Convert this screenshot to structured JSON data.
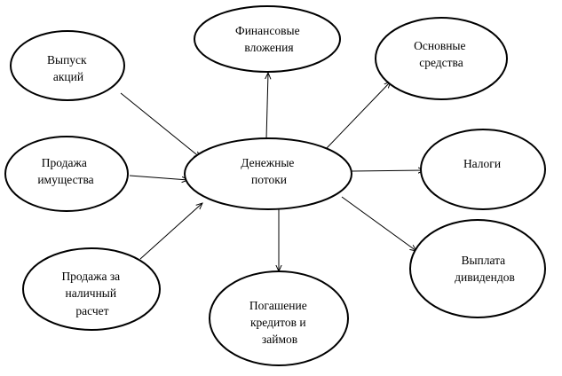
{
  "diagram": {
    "center": {
      "label_lines": [
        "Денежные",
        "потоки"
      ]
    },
    "inflows": [
      {
        "id": "share-issue",
        "label_lines": [
          "Выпуск",
          "акций"
        ]
      },
      {
        "id": "asset-sale",
        "label_lines": [
          "Продажа",
          "имущества"
        ]
      },
      {
        "id": "cash-sale",
        "label_lines": [
          "Продажа за",
          "наличный",
          "расчет"
        ]
      }
    ],
    "outflows": [
      {
        "id": "financial-investments",
        "label_lines": [
          "Финансовые",
          "вложения"
        ]
      },
      {
        "id": "fixed-assets",
        "label_lines": [
          "Основные",
          "средства"
        ]
      },
      {
        "id": "taxes",
        "label_lines": [
          "Налоги"
        ]
      },
      {
        "id": "dividends",
        "label_lines": [
          "Выплата",
          "дивидендов"
        ]
      },
      {
        "id": "loan-repayment",
        "label_lines": [
          "Погашение",
          "кредитов и",
          "займов"
        ]
      }
    ]
  }
}
